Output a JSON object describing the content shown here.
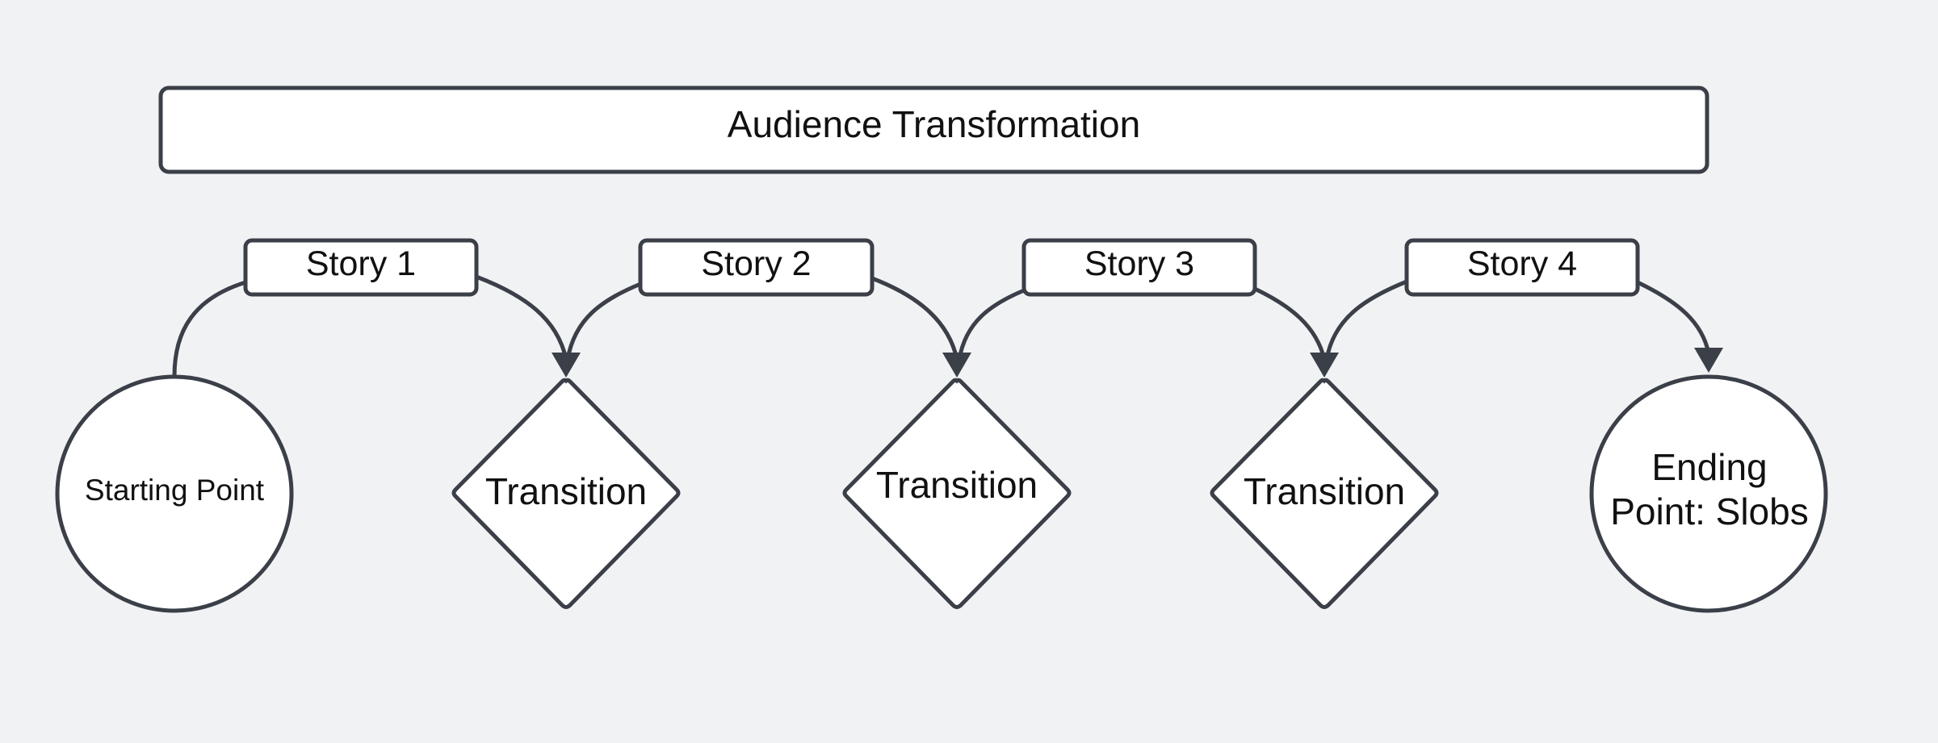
{
  "diagram": {
    "title": "Audience Transformation",
    "nodes": [
      {
        "id": "start",
        "type": "circle",
        "label": "Starting Point"
      },
      {
        "id": "t1",
        "type": "diamond",
        "label": "Transition"
      },
      {
        "id": "t2",
        "type": "diamond",
        "label": "Transition"
      },
      {
        "id": "t3",
        "type": "diamond",
        "label": "Transition"
      },
      {
        "id": "end",
        "type": "circle",
        "label_lines": [
          "Ending",
          "Point: Slobs"
        ]
      }
    ],
    "edge_labels": [
      {
        "id": "s1",
        "label": "Story 1",
        "from": "start",
        "to": "t1"
      },
      {
        "id": "s2",
        "label": "Story 2",
        "from": "t1",
        "to": "t2"
      },
      {
        "id": "s3",
        "label": "Story 3",
        "from": "t2",
        "to": "t3"
      },
      {
        "id": "s4",
        "label": "Story 4",
        "from": "t3",
        "to": "end"
      }
    ],
    "colors": {
      "background": "#f1f2f4",
      "stroke": "#3a3f48",
      "fill": "#ffffff",
      "text": "#111111"
    }
  }
}
